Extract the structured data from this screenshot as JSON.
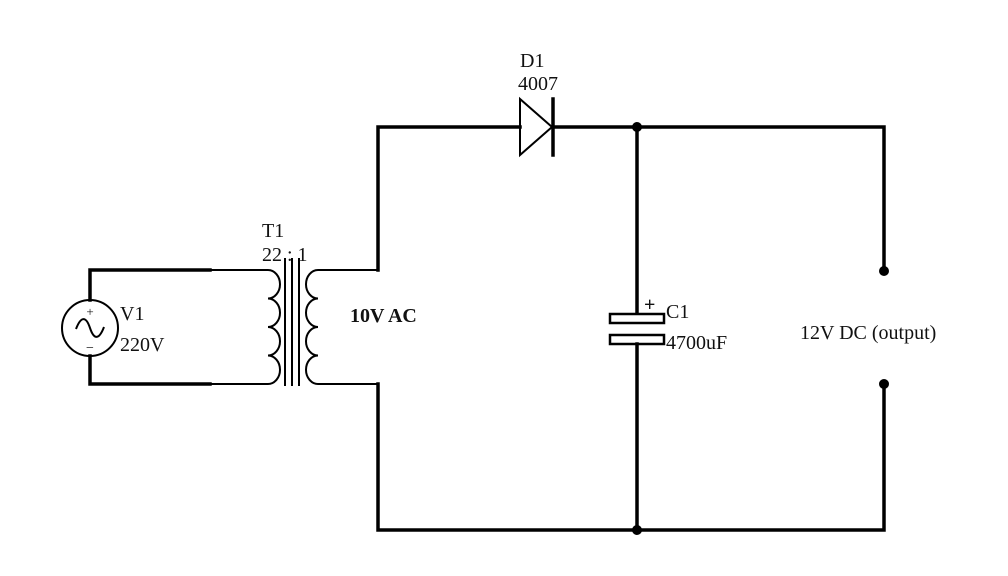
{
  "labels": {
    "diode_ref": "D1",
    "diode_value": "4007",
    "transformer_ref": "T1",
    "transformer_ratio": "22 : 1",
    "source_ref": "V1",
    "source_value": "220V",
    "secondary_label": "10V AC",
    "capacitor_ref": "C1",
    "capacitor_value": "4700uF",
    "output_label": "12V DC (output)"
  },
  "symbols": {
    "source_plus": "+",
    "source_minus": "−",
    "cap_plus": "+"
  },
  "colors": {
    "wire": "#000000",
    "background": "#ffffff"
  }
}
